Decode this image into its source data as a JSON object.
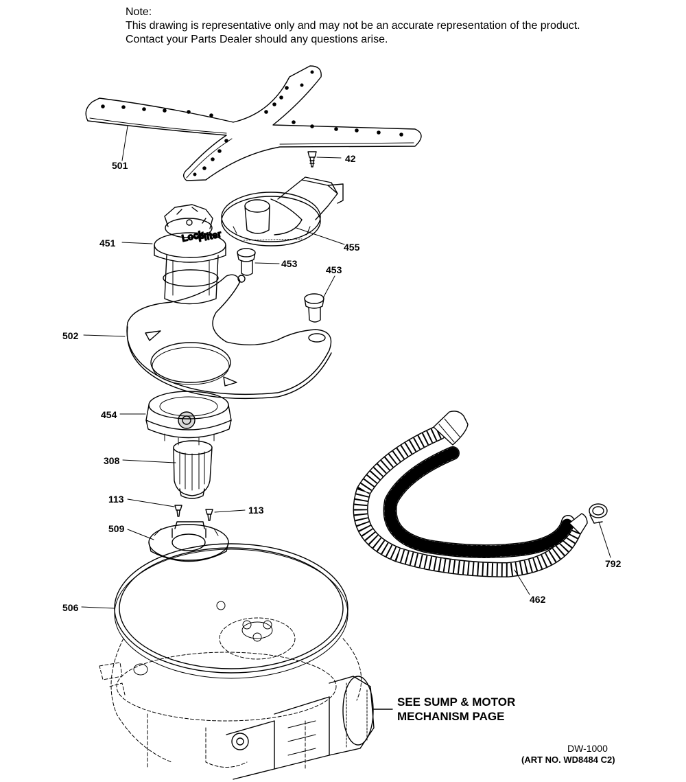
{
  "note": {
    "heading": "Note:",
    "line1": "This drawing is representative only and may not be an accurate representation of the product.",
    "line2": "Contact your Parts Dealer should any questions arise."
  },
  "callouts": {
    "c501": "501",
    "c42": "42",
    "c451": "451",
    "c455": "455",
    "c453a": "453",
    "c453b": "453",
    "c502": "502",
    "c454": "454",
    "c308": "308",
    "c113a": "113",
    "c113b": "113",
    "c509": "509",
    "c506": "506",
    "c462": "462",
    "c792": "792"
  },
  "part_labels": {
    "lock": "Lock",
    "filter": "Filter"
  },
  "reference": {
    "line1": "SEE SUMP & MOTOR",
    "line2": "MECHANISM PAGE"
  },
  "footer": {
    "drawing_id": "DW-1000",
    "art_no": "(ART NO. WD8484 C2)"
  }
}
